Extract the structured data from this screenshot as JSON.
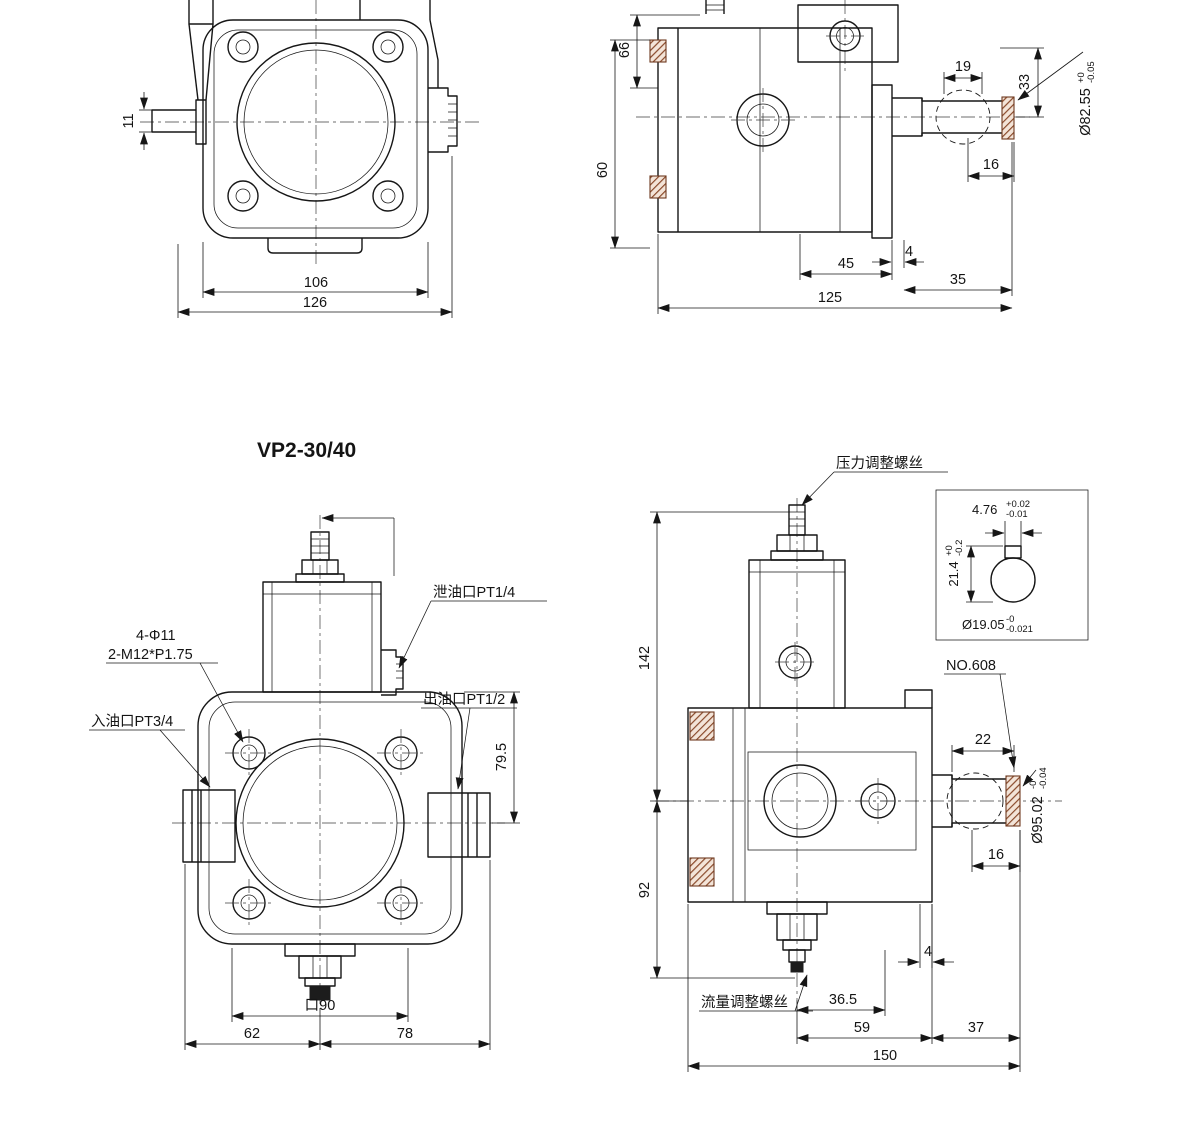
{
  "drawing": {
    "title": "VP2-30/40",
    "colors": {
      "line": "#161616",
      "seal_hatch": "#8a4a2b"
    },
    "view_top_left": {
      "dim_shaft_width": "11",
      "dim_flange_width": "106",
      "dim_overall_width": "126"
    },
    "view_top_right": {
      "d66": "66",
      "d60": "60",
      "d19": "19",
      "d33": "33",
      "d16": "16",
      "d45": "45",
      "d4": "4",
      "d35": "35",
      "d125": "125",
      "spigot_dia": {
        "value": "Ø82.55",
        "tol_upper": "+0",
        "tol_lower": "-0.05"
      }
    },
    "view_front": {
      "label_drain_port": "泄油口PT1/4",
      "label_holes": "4-Φ11",
      "label_thread": "2-M12*P1.75",
      "label_inlet_port": "入油口PT3/4",
      "label_outlet_port": "出油口PT1/2",
      "d79_5": "79.5",
      "d_square": "口90",
      "d62": "62",
      "d78": "78"
    },
    "view_side": {
      "label_pressure_screw": "压力调整螺丝",
      "label_flow_screw": "流量调整螺丝",
      "label_seal_no": "NO.608",
      "d142": "142",
      "d92": "92",
      "d22": "22",
      "d16": "16",
      "d4": "4",
      "d36_5": "36.5",
      "d59": "59",
      "d37": "37",
      "d150": "150",
      "spigot_dia": {
        "value": "Ø95.02",
        "tol_upper": "-0",
        "tol_lower": "-0.04"
      },
      "detail": {
        "key_width": {
          "value": "4.76",
          "tol_upper": "+0.02",
          "tol_lower": "-0.01"
        },
        "key_height": {
          "value": "21.4",
          "tol_upper": "+0",
          "tol_lower": "-0.2"
        },
        "shaft_dia": {
          "value": "Ø19.05",
          "tol_upper": "-0",
          "tol_lower": "-0.021"
        }
      }
    }
  }
}
